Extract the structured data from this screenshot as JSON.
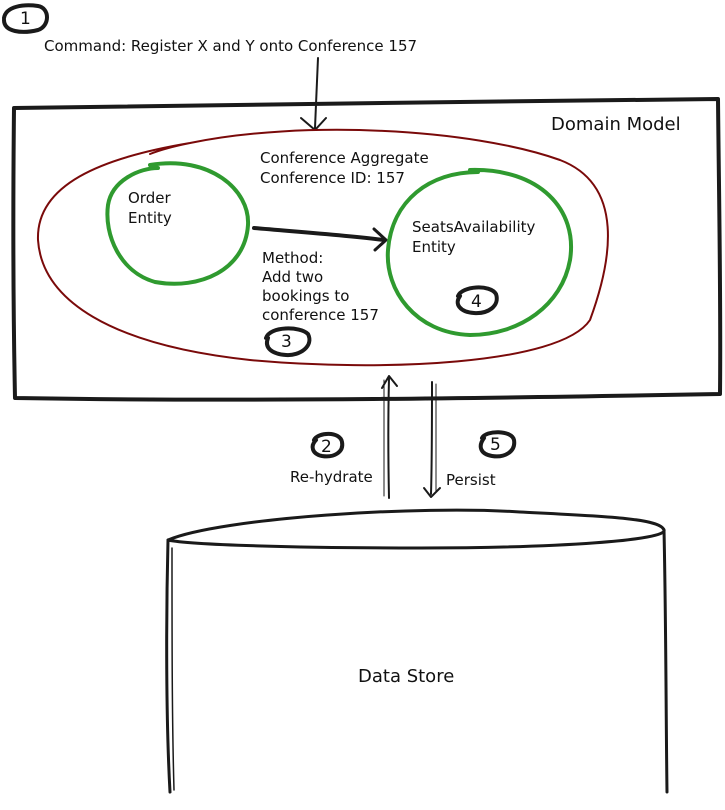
{
  "command": {
    "text": "Command: Register X and Y onto Conference 157",
    "step": "1"
  },
  "domain_model": {
    "title": "Domain Model"
  },
  "aggregate": {
    "line1": "Conference Aggregate",
    "line2": "Conference ID: 157",
    "color": "#7a0a0a"
  },
  "order_entity": {
    "line1": "Order",
    "line2": "Entity",
    "color": "#2f9a2f"
  },
  "seats_entity": {
    "line1": "SeatsAvailability",
    "line2": "Entity",
    "step": "4"
  },
  "method": {
    "line1": "Method:",
    "line2": "Add two",
    "line3": "bookings to",
    "line4": "conference 157",
    "step": "3"
  },
  "rehydrate": {
    "label": "Re-hydrate",
    "step": "2"
  },
  "persist": {
    "label": "Persist",
    "step": "5"
  },
  "data_store": {
    "label": "Data Store"
  }
}
